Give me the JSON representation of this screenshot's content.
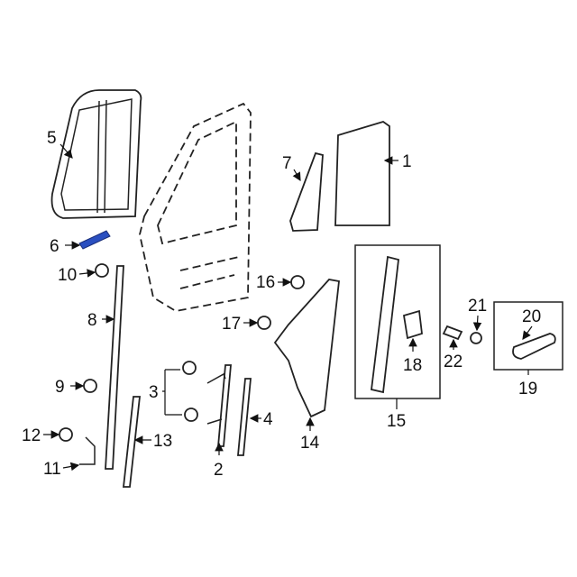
{
  "diagram": {
    "highlight_color": "#2a4fc0",
    "highlighted_part": "6",
    "callouts": [
      "1",
      "2",
      "3",
      "4",
      "5",
      "6",
      "7",
      "8",
      "9",
      "10",
      "11",
      "12",
      "13",
      "14",
      "15",
      "16",
      "17",
      "18",
      "19",
      "20",
      "21",
      "22"
    ]
  }
}
